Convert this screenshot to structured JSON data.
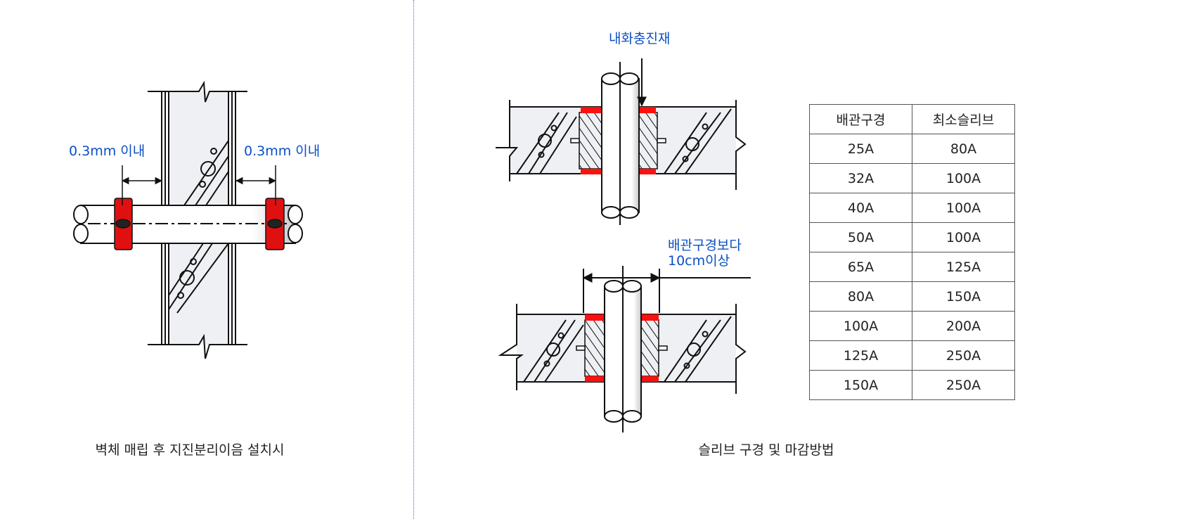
{
  "left_panel": {
    "dimension_left": "0.3mm 이내",
    "dimension_right": "0.3mm 이내",
    "caption": "벽체 매립 후 지진분리이음 설치시"
  },
  "right_panel": {
    "filler_label": "내화충진재",
    "sleeve_note_line1": "배관구경보다",
    "sleeve_note_line2": "10cm이상",
    "caption": "슬리브 구경 및 마감방법"
  },
  "table": {
    "headers": [
      "배관구경",
      "최소슬리브"
    ],
    "rows": [
      [
        "25A",
        "80A"
      ],
      [
        "32A",
        "100A"
      ],
      [
        "40A",
        "100A"
      ],
      [
        "50A",
        "100A"
      ],
      [
        "65A",
        "125A"
      ],
      [
        "80A",
        "150A"
      ],
      [
        "100A",
        "200A"
      ],
      [
        "125A",
        "250A"
      ],
      [
        "150A",
        "250A"
      ]
    ]
  },
  "colors": {
    "accent": "#0a4fc4",
    "fire_stop": "#ff1010",
    "wall": "#eef0f3"
  }
}
